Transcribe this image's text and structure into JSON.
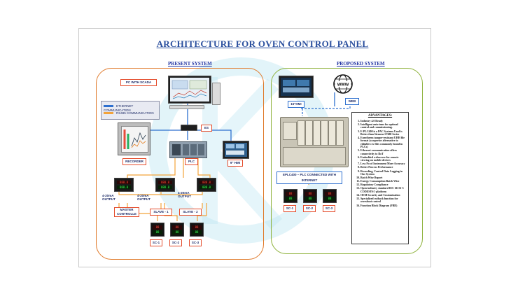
{
  "title": "ARCHITECTURE FOR OVEN CONTROL PANEL",
  "present": {
    "heading": "PRESENT SYSTEM",
    "labels": {
      "pc": "PC WITH SCADA",
      "es": "ES",
      "recorder": "RECORDER",
      "plc": "PLC",
      "hmi": "9\" HMI",
      "master": "MASTER CONTROLLE",
      "slave1": "SLAVE - 1",
      "slave2": "SLAVE - 2",
      "sc1": "SC-1",
      "sc2": "SC-2",
      "sc3": "SC-3",
      "out1": "4-20mA OUTPUT",
      "out2": "4-20mA OUTPUT",
      "out3": "4-20mA OUTPUT"
    },
    "legend": {
      "ethernet": "ETHERNET COMMUNICATION",
      "rs485": "RS485 COMMUNICATION"
    }
  },
  "proposed": {
    "heading": "PROPOSED SYSTEM",
    "labels": {
      "hmi": "15\"HMI",
      "web": "WEB",
      "www": "www",
      "eplc": "EPLC400 – PLC CONNECTED WITH INTERNET",
      "sc1": "SC-1",
      "sc2": "SC-2",
      "sc3": "SC-3"
    },
    "advantages": {
      "heading": "ADVANTAGES:",
      "items": [
        "Industry 4.0 Ready",
        "Intelligent auto-tune for optimal control and commissioning.",
        "E-PLC400 is a PAC Systems Used is Better than Siemens S7400 Series",
        "Eurotherm tamper-resistant UHH file format (a superior alternative to editable csv files commonly found in PLCs)",
        "Ethernet communication offers connectivity to IIoT",
        "Embedded webserver for remote viewing on mobile devices",
        "Less No of Instrument More Accuracy",
        "Better Process Performance",
        "Recording, Control Data Logging in One System",
        "Batch Wise Report",
        "Energy Consumption Batch Wise",
        "Regulatory Compliance",
        "Open industry standard IEC 61131-3 CODESYS© platform",
        "OEM Security and Customization",
        "Specialized cutback function for overshoot control",
        "Function Block Diagram (FBD)"
      ]
    }
  },
  "displays": {
    "master_pv": "888.8",
    "master_sv": "888.8",
    "sc_pv": "88",
    "sc_sv": "88"
  },
  "colors": {
    "title": "#2a4f9e",
    "present_border": "#e07a2b",
    "proposed_border": "#8db13a",
    "ethernet": "#2d6fcf",
    "rs485": "#f2a33a",
    "label_border": "#e44c2c"
  }
}
